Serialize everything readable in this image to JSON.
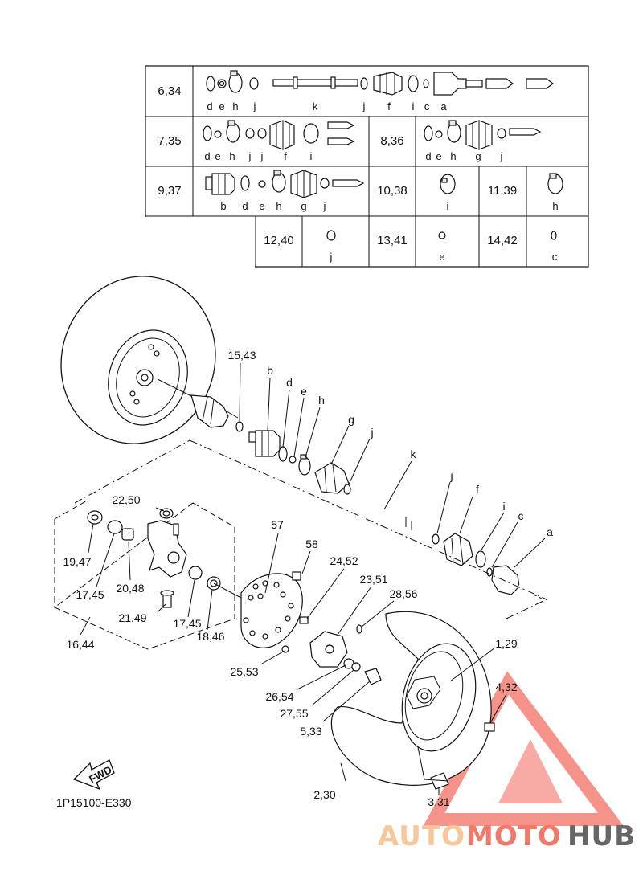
{
  "table": {
    "rows": [
      {
        "ref": "6,34",
        "letters": [
          "d",
          "e",
          "h",
          "j",
          "k",
          "j",
          "f",
          "i",
          "c",
          "a"
        ]
      },
      {
        "ref": "7,35",
        "letters": [
          "d",
          "e",
          "h",
          "j",
          "j",
          "f",
          "i"
        ],
        "ref2": "8,36",
        "letters2": [
          "d",
          "e",
          "h",
          "g",
          "j"
        ]
      },
      {
        "ref": "9,37",
        "letters": [
          "b",
          "d",
          "e",
          "h",
          "g",
          "j"
        ],
        "ref2": "10,38",
        "letter2": "i",
        "ref3": "11,39",
        "letter3": "h"
      },
      {
        "ref": "12,40",
        "letter": "j",
        "ref2": "13,41",
        "letter2": "e",
        "ref3": "14,42",
        "letter3": "c"
      }
    ]
  },
  "callouts": {
    "c15_43": "15,43",
    "b": "b",
    "d": "d",
    "e": "e",
    "h": "h",
    "g": "g",
    "j1": "j",
    "k": "k",
    "j2": "j",
    "f": "f",
    "i": "i",
    "c": "c",
    "a": "a",
    "c22_50": "22,50",
    "c57": "57",
    "c58": "58",
    "c24_52": "24,52",
    "c23_51": "23,51",
    "c28_56": "28,56",
    "c19_47": "19,47",
    "c17_45a": "17,45",
    "c20_48": "20,48",
    "c21_49": "21,49",
    "c17_45b": "17,45",
    "c18_46": "18,46",
    "c16_44": "16,44",
    "c25_53": "25,53",
    "c26_54": "26,54",
    "c27_55": "27,55",
    "c5_33": "5,33",
    "c1_29": "1,29",
    "c4_32": "4,32",
    "c2_30": "2,30",
    "c3_31": "3,31"
  },
  "fwd_label": "FWD",
  "diagram_code": "1P15100-E330",
  "watermark": {
    "part1": "AUTO",
    "part2": "MOTO",
    "part3": "HUB",
    "color1": "#f5c79a",
    "color2": "#f07a6a",
    "color3": "#666666",
    "triangle_color": "#f04a3c"
  }
}
